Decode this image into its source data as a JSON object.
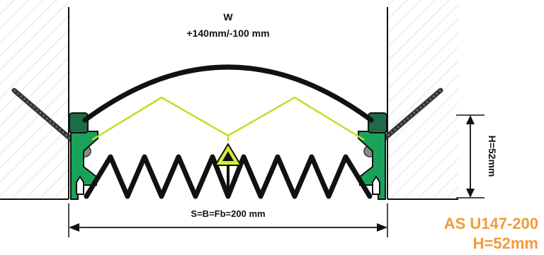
{
  "diagram": {
    "top_width_label": "W",
    "top_tolerance_label": "+140mm/-100 mm",
    "height_label": "H=52mm",
    "span_label": "S=B=Fb=200 mm",
    "product_code": "AS U147-200",
    "product_height": "H=52mm"
  },
  "colors": {
    "accent": "#f39a3a",
    "profile_green": "#19a35a",
    "spring_line": "#c5dc2a",
    "hatch": "#c9c9c9",
    "outline": "#111111"
  },
  "icons": {
    "screw_left": "screw-icon",
    "screw_right": "screw-icon",
    "anchor_left": "anchor-icon",
    "anchor_right": "anchor-icon",
    "center_clip": "triangle-clip-icon"
  }
}
